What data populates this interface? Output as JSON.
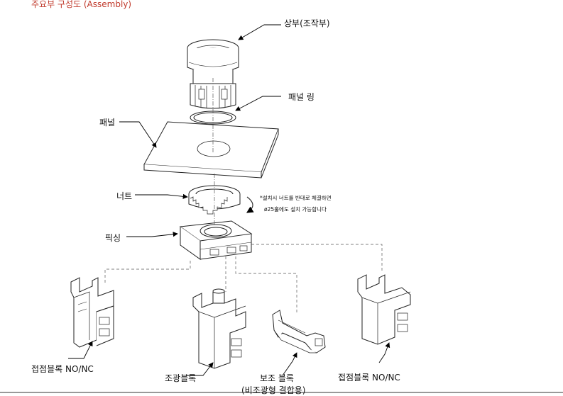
{
  "title": "주요부 구성도 (Assembly)",
  "labels": {
    "top": "상부(조작부)",
    "panel_ring": "패널 링",
    "panel": "패널",
    "nut": "너트",
    "fixing": "픽싱",
    "contact_left": "접점블록 NO/NC",
    "lamp_block": "조광블록",
    "aux_block_line1": "보조 블록",
    "aux_block_line2": "(비조광형 결합용)",
    "contact_right": "접점블록 NO/NC"
  },
  "note": {
    "line1": "*설치시 너트를 반대로 체결하면",
    "line2": "ø25홀에도 설치 가능합니다"
  }
}
